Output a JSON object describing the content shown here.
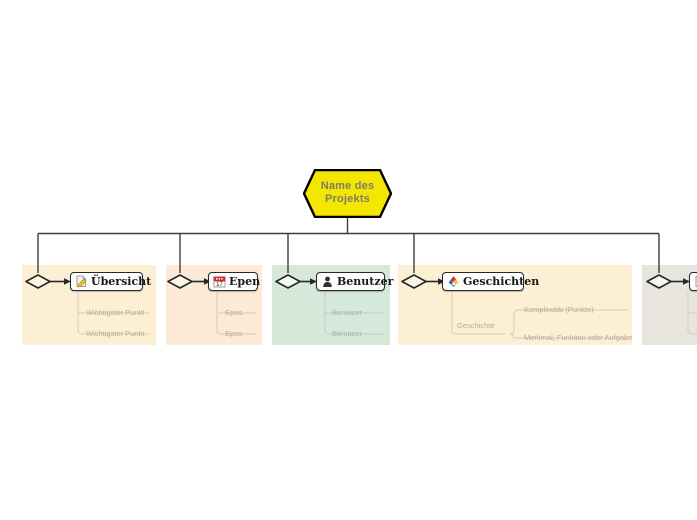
{
  "diagram": {
    "type": "mindmap-tree",
    "root": {
      "label_line1": "Name des",
      "label_line2": "Projekts",
      "shape": "hexagon",
      "fill": "#f3e600",
      "stroke": "#000000",
      "text_color": "#7c7c6e"
    },
    "branches": [
      {
        "id": "uebersicht",
        "title": "Übersicht",
        "icon": "document-pencil-icon",
        "panel_color": "#fcefd4",
        "children": [
          {
            "label": "Wichtigster Punkt"
          },
          {
            "label": "Wichtigster Punkt"
          }
        ]
      },
      {
        "id": "epen",
        "title": "Epen",
        "icon": "calendar-icon",
        "icon_day": "17",
        "panel_color": "#fcead6",
        "children": [
          {
            "label": "Epos"
          },
          {
            "label": "Epos"
          }
        ]
      },
      {
        "id": "benutzer",
        "title": "Benutzer",
        "icon": "person-icon",
        "panel_color": "#d6e8da",
        "children": [
          {
            "label": "Benutzer"
          },
          {
            "label": "Benutzer"
          }
        ]
      },
      {
        "id": "geschichten",
        "title": "Geschichten",
        "icon": "color-burst-icon",
        "panel_color": "#fcefd4",
        "children": [
          {
            "label": "Geschichte",
            "children": [
              {
                "label": "Komplexität (Punkte)"
              },
              {
                "label": "Merkmal, Funktion oder Aufgabe"
              }
            ]
          }
        ]
      },
      {
        "id": "branch-five-partial",
        "title": "",
        "icon": "clipboard-icon",
        "panel_color": "#e8e5de",
        "children": []
      }
    ]
  }
}
